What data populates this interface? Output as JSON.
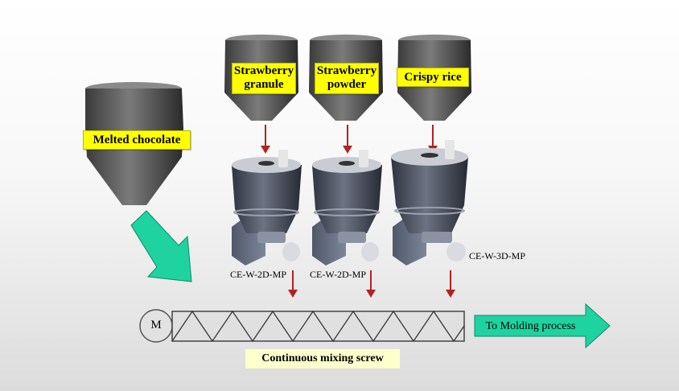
{
  "labels": {
    "melted_chocolate": "Melted chocolate",
    "strawberry_granule": "Strawberry granule",
    "strawberry_powder": "Strawberry powder",
    "crispy_rice": "Crispy rice",
    "model_1": "CE-W-2D-MP",
    "model_2": "CE-W-2D-MP",
    "model_3": "CE-W-3D-MP",
    "motor": "M",
    "destination": "To Molding process",
    "screw": "Continuous mixing screw"
  },
  "colors": {
    "hopper": "#5a5a5a",
    "feeder": "#4a5060",
    "label_fill": "#ffff00",
    "flow_arrow": "#1fd3a0",
    "drop_arrow": "#b22222",
    "screw_label_fill": "#ffffcc"
  }
}
